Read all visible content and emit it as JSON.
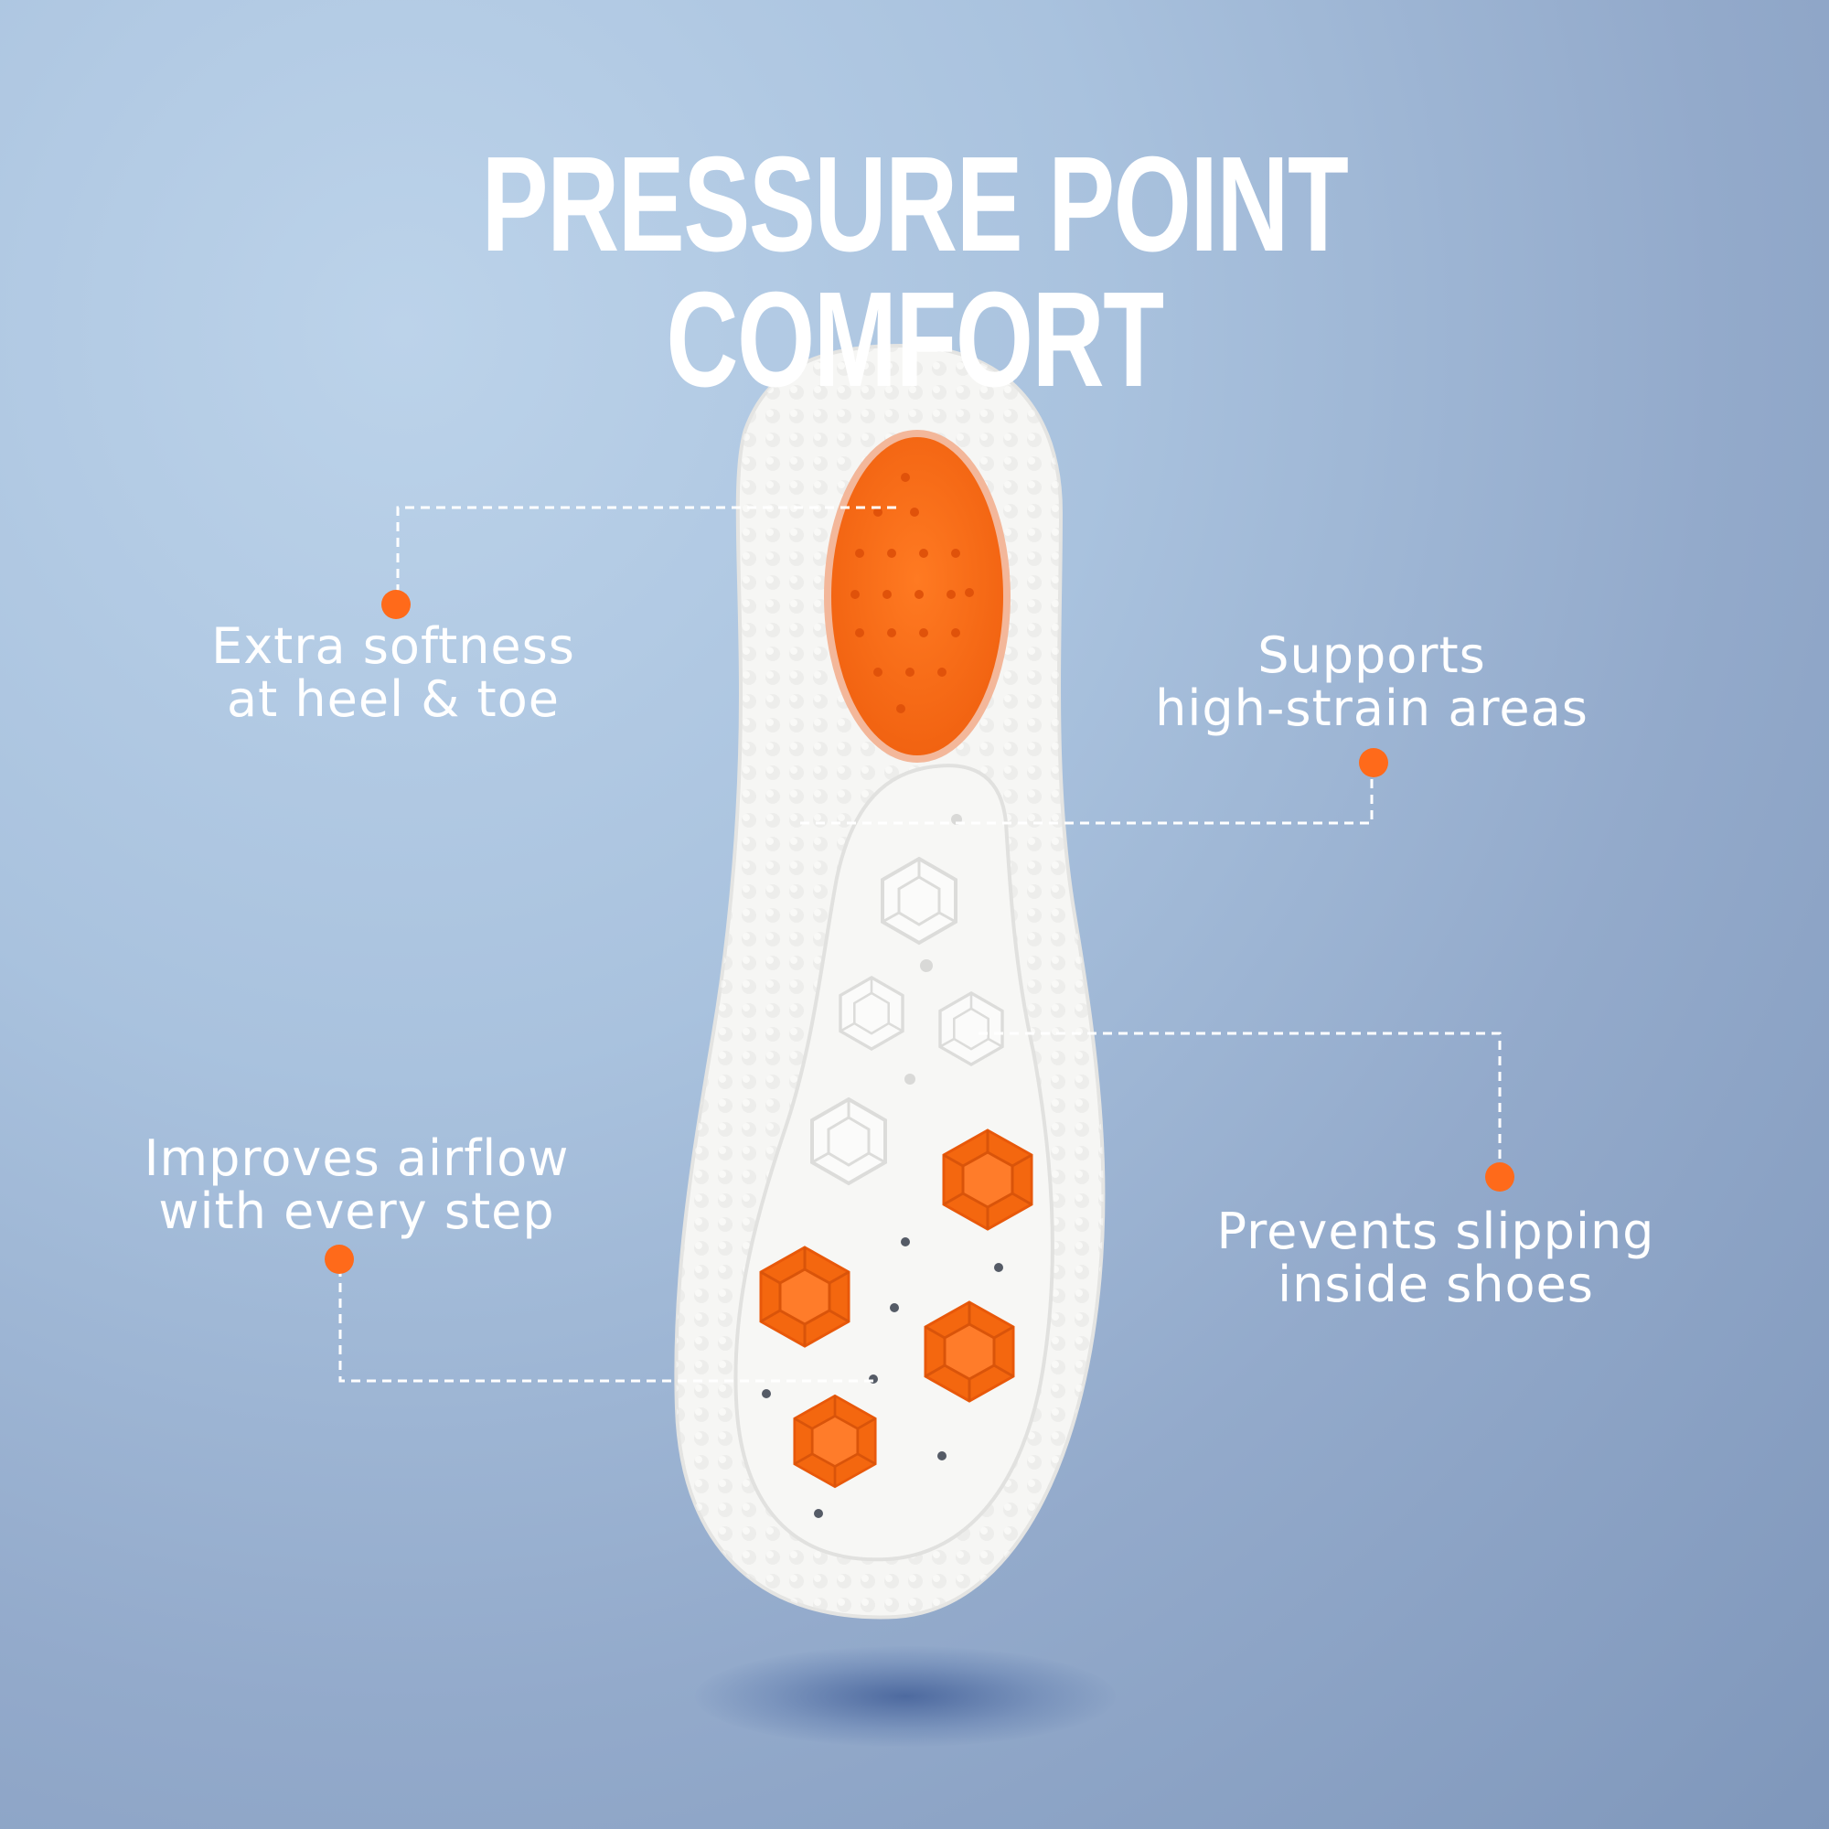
{
  "title": "PRESSURE POINT COMFORT",
  "callouts": {
    "softness": {
      "line1": "Extra softness",
      "line2": "at heel & toe"
    },
    "strain": {
      "line1": "Supports",
      "line2": "high-strain areas"
    },
    "airflow": {
      "line1": "Improves airflow",
      "line2": "with every step"
    },
    "slip": {
      "line1": "Prevents slipping",
      "line2": "inside shoes"
    }
  },
  "colors": {
    "accent": "#ff6a1a",
    "insole": "#f4f4f2",
    "text": "#ffffff"
  },
  "icons": [
    "insole-image",
    "heel-pad",
    "grip-hexagon",
    "callout-dot"
  ]
}
